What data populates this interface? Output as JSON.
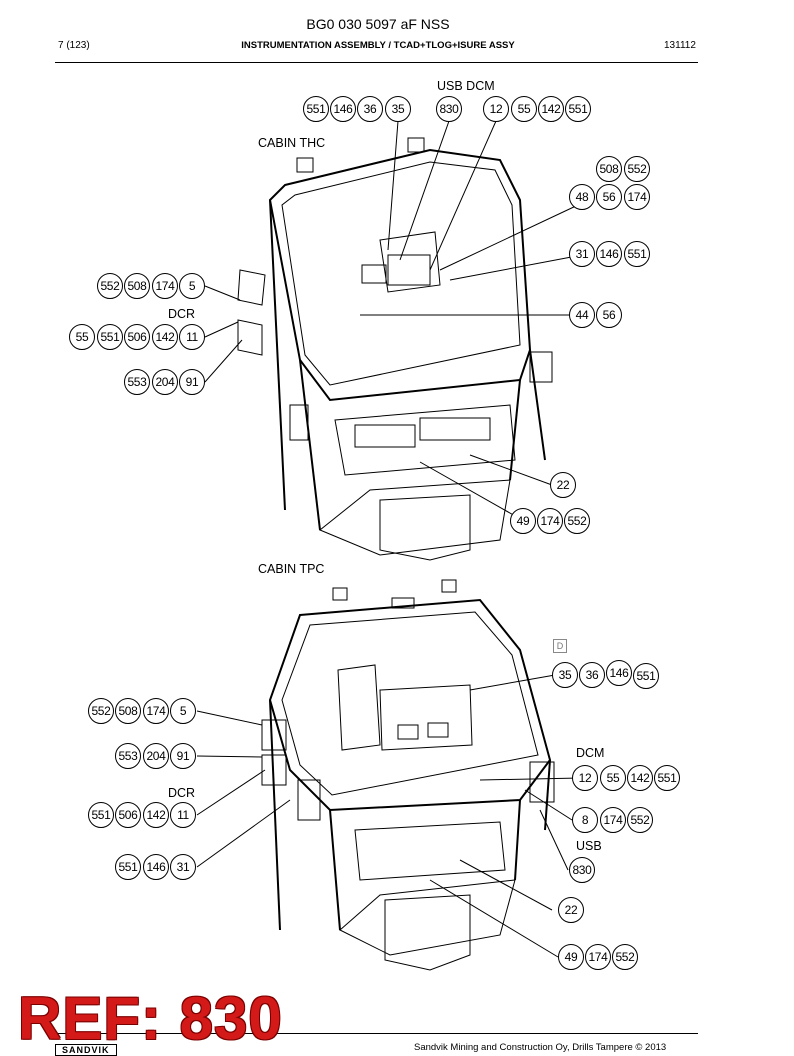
{
  "header": {
    "doc_number": "BG0 030 5097 aF NSS",
    "page": "7 (123)",
    "title": "INSTRUMENTATION ASSEMBLY / TCAD+TLOG+ISURE ASSY",
    "date": "131112"
  },
  "figure1": {
    "title": "CABIN THC",
    "labels": {
      "usb_dcm": "USB DCM",
      "dcr": "DCR"
    },
    "bubbles": {
      "top_left": [
        "551",
        "146",
        "36",
        "35"
      ],
      "top_mid": [
        "830"
      ],
      "top_right": [
        "12",
        "55",
        "142",
        "551"
      ],
      "r1": [
        "508",
        "552"
      ],
      "r2": [
        "48",
        "56",
        "174"
      ],
      "r3": [
        "31",
        "146",
        "551"
      ],
      "r4": [
        "44",
        "56"
      ],
      "r5": [
        "22"
      ],
      "r6": [
        "49",
        "174",
        "552"
      ],
      "l1": [
        "552",
        "508",
        "174",
        "5"
      ],
      "l2": [
        "55",
        "551",
        "506",
        "142",
        "11"
      ],
      "l3": [
        "553",
        "204",
        "91"
      ]
    }
  },
  "figure2": {
    "title": "CABIN TPC",
    "corner_mark": "D",
    "labels": {
      "dcm": "DCM",
      "dcr": "DCR",
      "usb": "USB"
    },
    "bubbles": {
      "r1": [
        "35",
        "36",
        "146",
        "551"
      ],
      "r2": [
        "12",
        "55",
        "142",
        "551"
      ],
      "r3": [
        "8",
        "174",
        "552"
      ],
      "r4": [
        "830"
      ],
      "r5": [
        "22"
      ],
      "r6": [
        "49",
        "174",
        "552"
      ],
      "l1": [
        "552",
        "508",
        "174",
        "5"
      ],
      "l2": [
        "553",
        "204",
        "91"
      ],
      "l3": [
        "551",
        "506",
        "142",
        "11"
      ],
      "l4": [
        "551",
        "146",
        "31"
      ]
    }
  },
  "stamp": {
    "text": "REF: 830",
    "color": "#d41919"
  },
  "footer": {
    "logo_text": "SANDVIK",
    "copyright": "Sandvik Mining and Construction Oy, Drills Tampere © 2013"
  }
}
